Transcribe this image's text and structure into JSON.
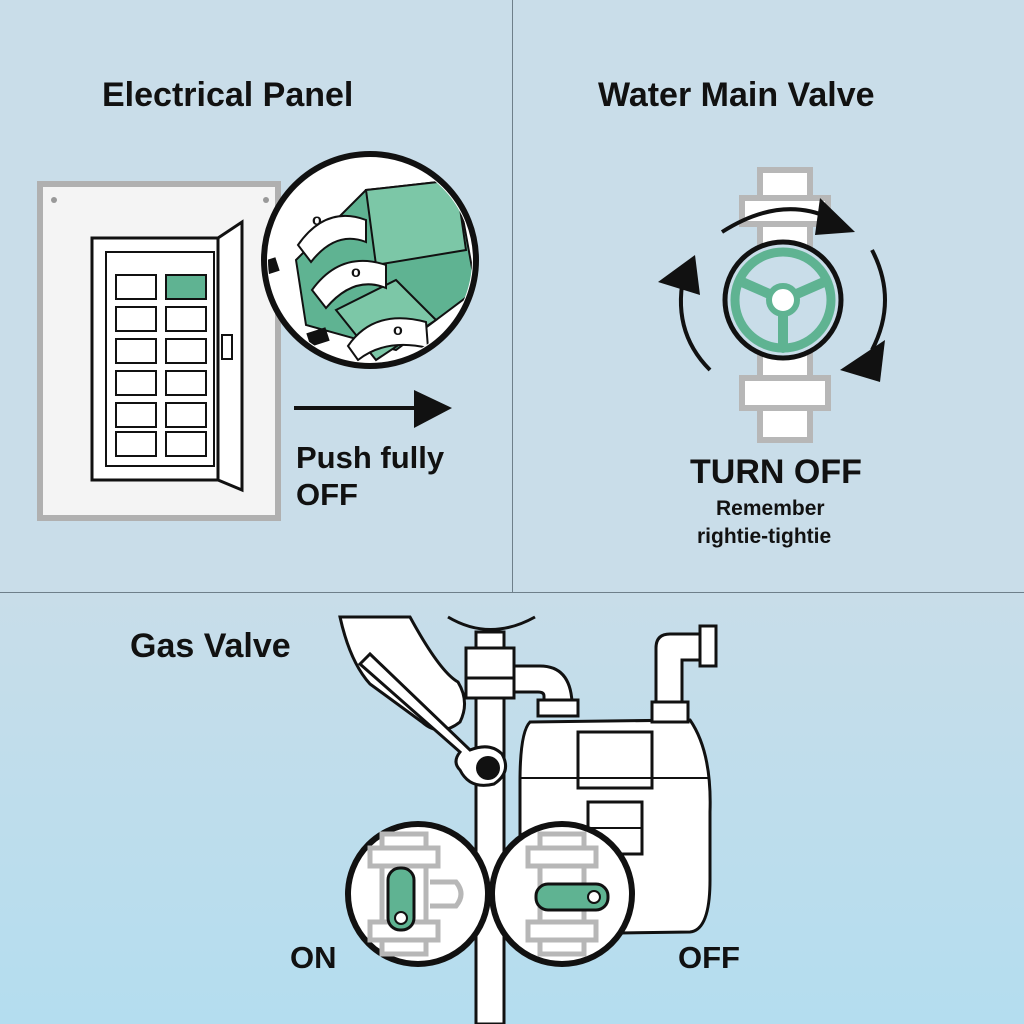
{
  "sections": {
    "electrical": {
      "title": "Electrical Panel",
      "instruction_line1": "Push fully",
      "instruction_line2": "OFF",
      "breaker_mark": "o"
    },
    "water": {
      "title": "Water Main Valve",
      "action": "TURN OFF",
      "note_line1": "Remember",
      "note_line2": "rightie-tightie"
    },
    "gas": {
      "title": "Gas Valve",
      "state_on": "ON",
      "state_off": "OFF"
    }
  },
  "colors": {
    "background": "#c9dde9",
    "accent_green": "#5fb392",
    "outline": "#111111",
    "gray_pipe": "#b7b7b7"
  }
}
